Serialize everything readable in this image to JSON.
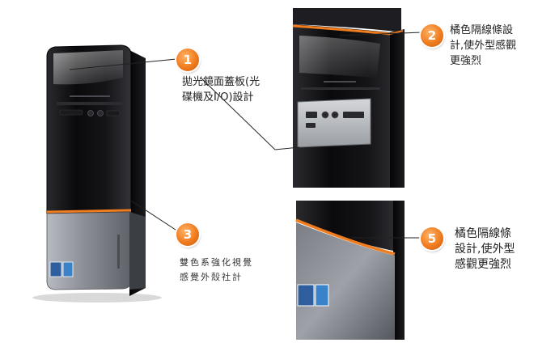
{
  "callouts": [
    {
      "number": "1",
      "lines": [
        "拋光鏡面蓋板(光",
        "碟機及I/O)設計"
      ]
    },
    {
      "number": "2",
      "lines": [
        "橘色隔線條設",
        "計,使外型感觀",
        "更強烈"
      ]
    },
    {
      "number": "3",
      "lines": [
        "雙色系強化視覺",
        "感覺外殼社計"
      ]
    },
    {
      "number": "5",
      "lines": [
        "橘色隔線條",
        "設計,使外型",
        "感觀更強烈"
      ]
    }
  ],
  "colors": {
    "accent_orange": "#f07c1e",
    "case_black": "#0c0c0e",
    "case_silver": "#8f9399"
  },
  "icons": [
    "windows-sticker-icon",
    "intel-sticker-icon"
  ]
}
